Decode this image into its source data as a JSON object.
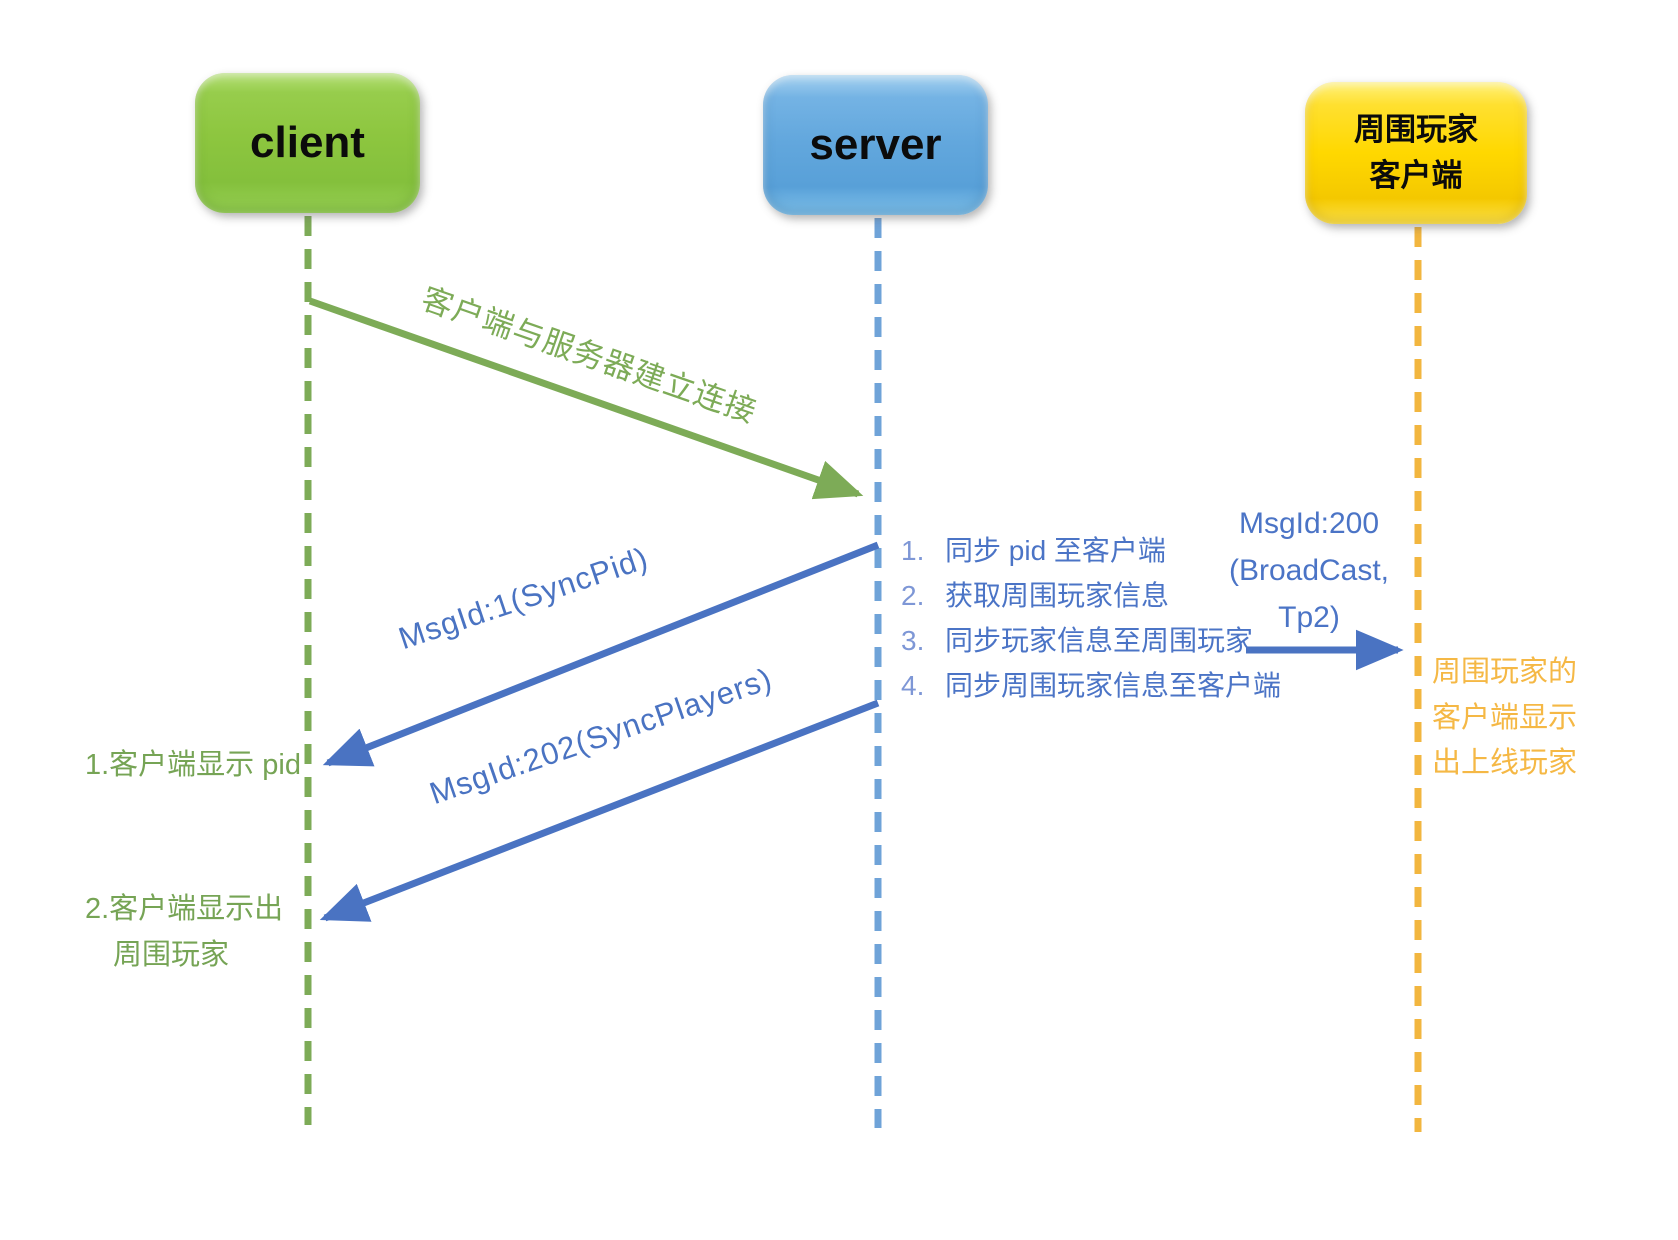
{
  "diagram": {
    "type": "sequence-diagram",
    "actors": [
      {
        "id": "client",
        "label": "client",
        "fill": "#8dc63f",
        "lifeline_color": "#7dab57"
      },
      {
        "id": "server",
        "label": "server",
        "fill": "#62a7dd",
        "lifeline_color": "#6fa3d8"
      },
      {
        "id": "neighbor",
        "label_line1": "周围玩家",
        "label_line2": "客户端",
        "fill": "#ffd800",
        "lifeline_color": "#f2b63f"
      }
    ],
    "messages": [
      {
        "id": "connect",
        "from": "client",
        "to": "server",
        "label": "客户端与服务器建立连接",
        "color": "#7dab57"
      },
      {
        "id": "syncpid",
        "from": "server",
        "to": "client",
        "label": "MsgId:1(SyncPid)",
        "color": "#4a73c2"
      },
      {
        "id": "syncplayers",
        "from": "server",
        "to": "client",
        "label": "MsgId:202(SyncPlayers)",
        "color": "#4a73c2"
      },
      {
        "id": "broadcast",
        "from": "server",
        "to": "neighbor",
        "label_line1": "MsgId:200",
        "label_line2": "(BroadCast,",
        "label_line3": "Tp2)",
        "color": "#4a73c2"
      }
    ],
    "server_steps": [
      {
        "num": "1.",
        "text": "同步 pid 至客户端"
      },
      {
        "num": "2.",
        "text": "获取周围玩家信息"
      },
      {
        "num": "3.",
        "text": "同步玩家信息至周围玩家"
      },
      {
        "num": "4.",
        "text": "同步周围玩家信息至客户端"
      }
    ],
    "client_notes": [
      {
        "text": "1.客户端显示 pid"
      },
      {
        "line1": "2.客户端显示出",
        "line2": "周围玩家"
      }
    ],
    "neighbor_note": {
      "line1": "周围玩家的",
      "line2": "客户端显示",
      "line3": "出上线玩家"
    },
    "colors": {
      "blue_text": "#4b74c6",
      "green_text": "#76a455",
      "orange_text": "#f5b845",
      "background": "#ffffff"
    }
  }
}
